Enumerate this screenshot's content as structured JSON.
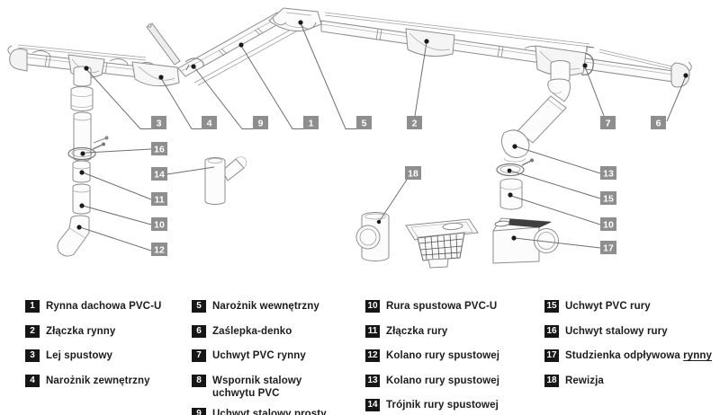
{
  "diagram": {
    "description": "Exploded technical drawing of a PVC rain gutter and downpipe system with numbered callouts",
    "colors": {
      "callout_bg": "#8e8e8e",
      "callout_text": "#ffffff",
      "legend_badge_bg": "#161616",
      "legend_text": "#1c1c1c",
      "line": "#8d8d8d",
      "dot": "#1a1a1a"
    },
    "callouts": [
      {
        "num": "3"
      },
      {
        "num": "4"
      },
      {
        "num": "9"
      },
      {
        "num": "1"
      },
      {
        "num": "5"
      },
      {
        "num": "2"
      },
      {
        "num": "7"
      },
      {
        "num": "6"
      },
      {
        "num": "16"
      },
      {
        "num": "14"
      },
      {
        "num": "11"
      },
      {
        "num": "10"
      },
      {
        "num": "12"
      },
      {
        "num": "18"
      },
      {
        "num": "13"
      },
      {
        "num": "15"
      },
      {
        "num": "10"
      },
      {
        "num": "17"
      }
    ]
  },
  "legend": {
    "columns": [
      {
        "items": [
          {
            "num": "1",
            "label": "Rynna dachowa PVC-U"
          },
          {
            "num": "2",
            "label": "Złączka rynny"
          },
          {
            "num": "3",
            "label": "Lej spustowy"
          },
          {
            "num": "4",
            "label": "Narożnik zewnętrzny"
          }
        ]
      },
      {
        "items": [
          {
            "num": "5",
            "label": "Narożnik wewnętrzny"
          },
          {
            "num": "6",
            "label": "Zaślepka-denko"
          },
          {
            "num": "7",
            "label": "Uchwyt PVC rynny"
          },
          {
            "num": "8",
            "label": "Wspornik stalowy",
            "label2": "uchwytu PVC"
          },
          {
            "num": "9",
            "label": "Uchwyt stalowy prosty"
          }
        ]
      },
      {
        "items": [
          {
            "num": "10",
            "label": "Rura spustowa PVC-U"
          },
          {
            "num": "11",
            "label": "Złączka rury"
          },
          {
            "num": "12",
            "label": "Kolano rury spustowej"
          },
          {
            "num": "13",
            "label": "Kolano rury spustowej"
          },
          {
            "num": "14",
            "label": "Trójnik rury spustowej"
          }
        ]
      },
      {
        "items": [
          {
            "num": "15",
            "label": "Uchwyt PVC rury"
          },
          {
            "num": "16",
            "label": "Uchwyt stalowy rury"
          },
          {
            "num": "17",
            "label": "Studzienka odpływowa ",
            "label_underline": "rynny"
          },
          {
            "num": "18",
            "label": "Rewizja"
          }
        ]
      }
    ]
  }
}
